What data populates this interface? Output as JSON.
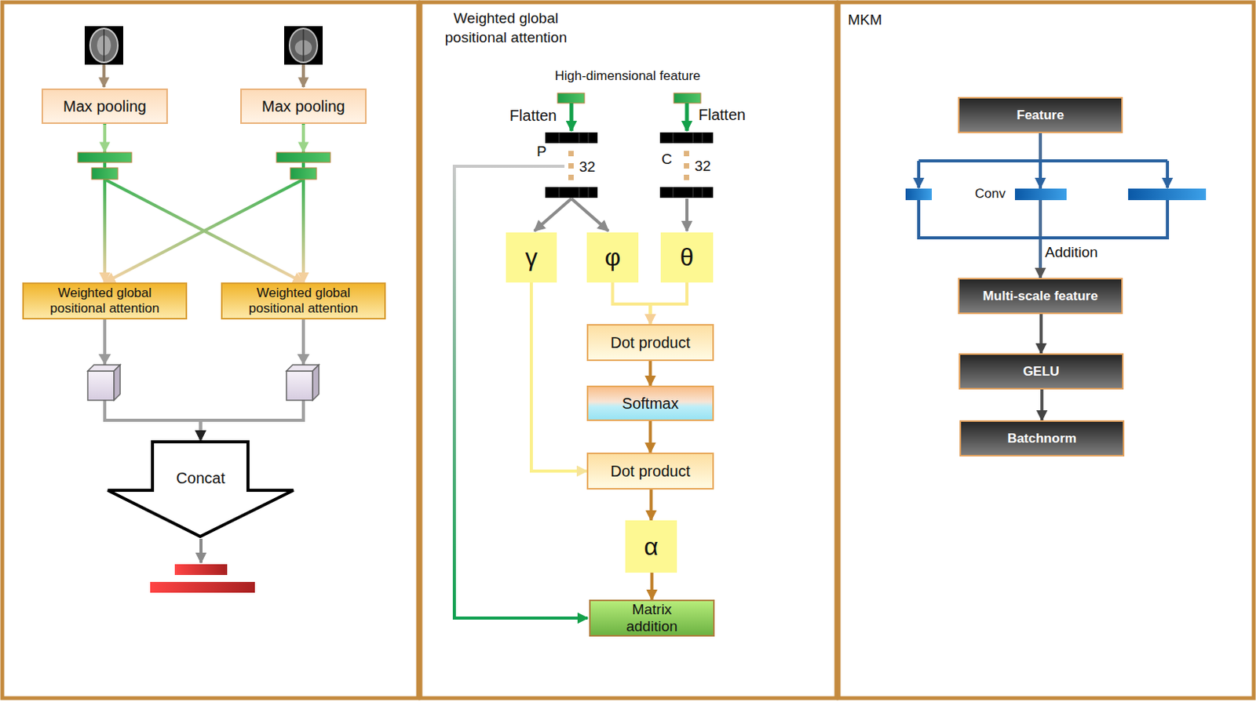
{
  "diagram": {
    "nodes": [
      {
        "text": [
          "Max pooling"
        ]
      },
      {
        "text": [
          "Max pooling"
        ]
      },
      {
        "text": [
          "Weighted global positional attention"
        ]
      },
      {
        "text": [
          "Weighted global positional attention"
        ]
      },
      {
        "text": [
          "Concat"
        ]
      },
      {
        "text": [
          "γ"
        ]
      },
      {
        "text": [
          "φ"
        ]
      },
      {
        "text": [
          "θ"
        ]
      },
      {
        "text": [
          "Dot product"
        ]
      },
      {
        "text": [
          "Softmax"
        ]
      },
      {
        "text": [
          "Dot product"
        ]
      },
      {
        "text": [
          "α"
        ]
      },
      {
        "text": [
          "Matrix addition"
        ]
      },
      {
        "text": [
          "Feature"
        ]
      },
      {
        "text": [
          "Multi-scale feature"
        ]
      },
      {
        "text": [
          "GELU"
        ]
      },
      {
        "text": [
          "Batchnorm"
        ]
      }
    ],
    "edges": [
      {
        "from": 0,
        "to": 2,
        "arrow": "to"
      },
      {
        "from": 0,
        "to": 3,
        "arrow": "to"
      },
      {
        "from": 1,
        "to": 2,
        "arrow": "to"
      },
      {
        "from": 1,
        "to": 3,
        "arrow": "to"
      },
      {
        "from": 2,
        "to": 4,
        "arrow": "to"
      },
      {
        "from": 3,
        "to": 4,
        "arrow": "to"
      },
      {
        "from": 6,
        "to": 8,
        "arrow": "to"
      },
      {
        "from": 7,
        "to": 8,
        "arrow": "to"
      },
      {
        "from": 8,
        "to": 9,
        "arrow": "to"
      },
      {
        "from": 9,
        "to": 10,
        "arrow": "to"
      },
      {
        "from": 5,
        "to": 10,
        "arrow": "to"
      },
      {
        "from": 10,
        "to": 11,
        "arrow": "to"
      },
      {
        "from": 11,
        "to": 12,
        "arrow": "to"
      },
      {
        "from": 13,
        "to": 14,
        "label": "Addition",
        "arrow": "to"
      },
      {
        "from": 14,
        "to": 15,
        "arrow": "to"
      },
      {
        "from": 15,
        "to": 16,
        "arrow": "to"
      }
    ],
    "labels": [
      "Weighted global positional attention",
      "High-dimensional feature",
      "Flatten",
      "P",
      "32",
      "Flatten",
      "C",
      "32",
      "MKM",
      "Conv"
    ]
  }
}
